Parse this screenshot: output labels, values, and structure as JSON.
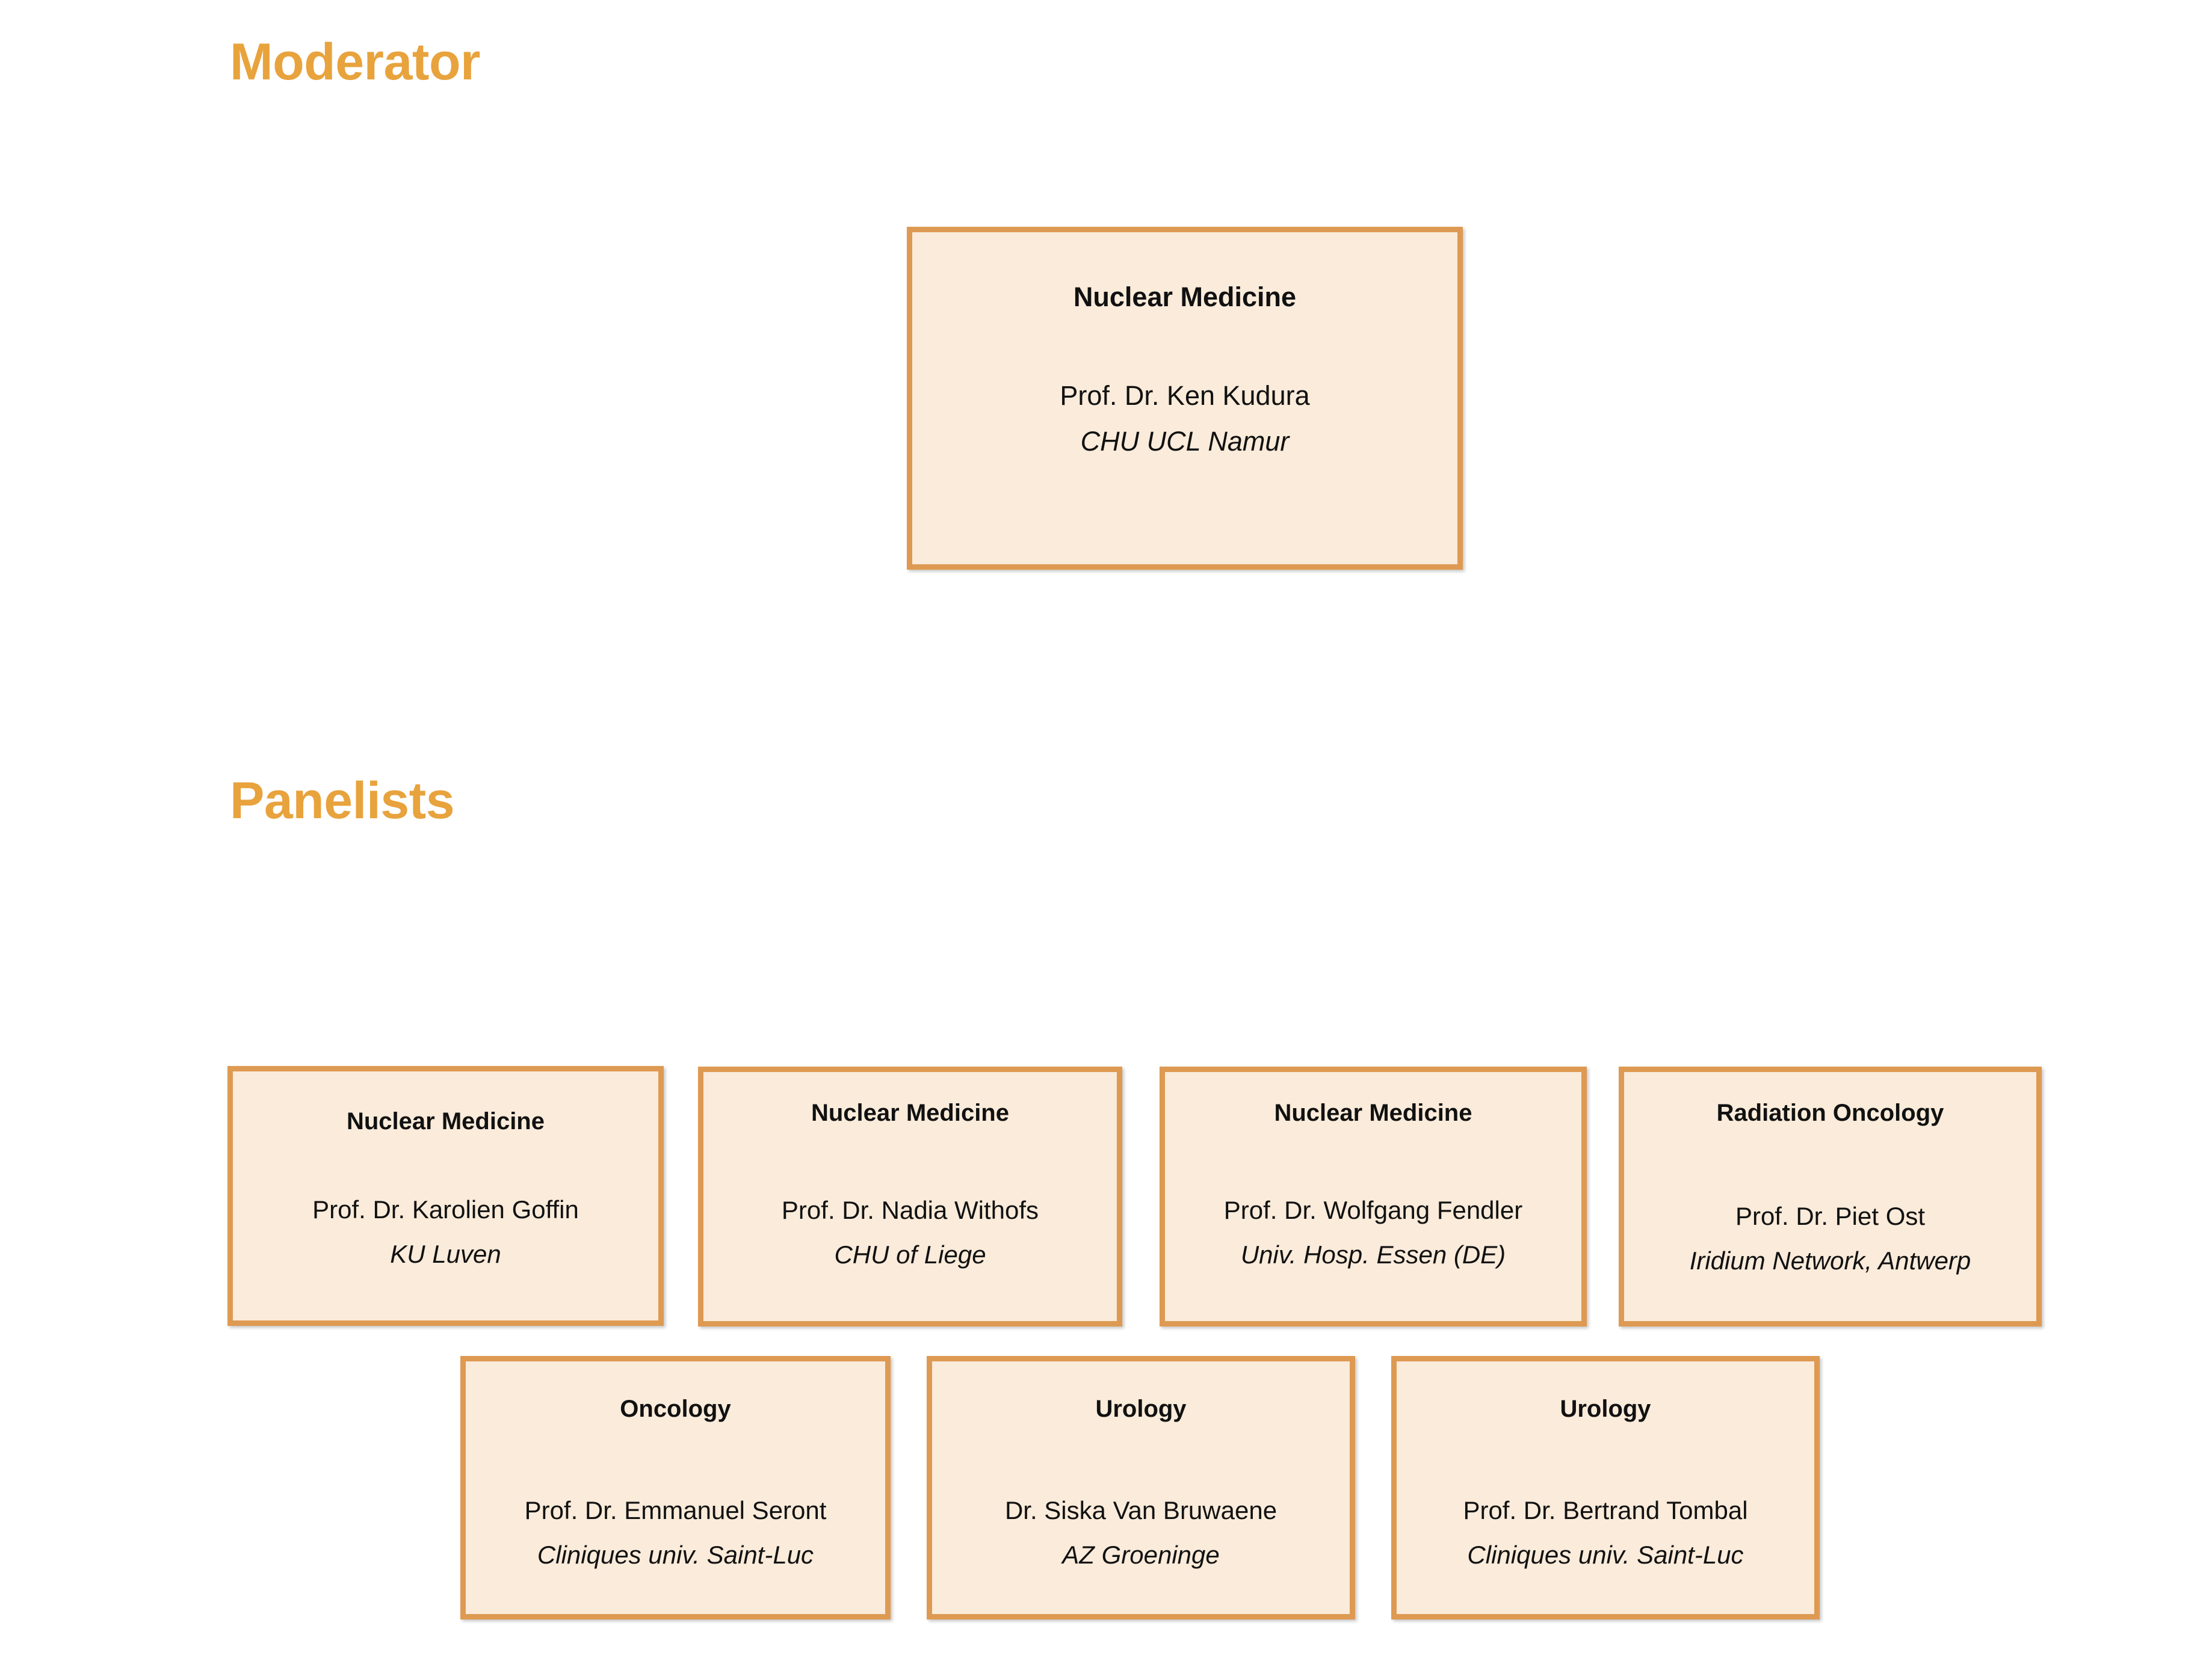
{
  "theme": {
    "heading_color": "#E8A33D",
    "card_fill": "#FAEBDA",
    "card_border": "#DE9A52",
    "text_color": "#111111",
    "page_background": "#FFFFFF"
  },
  "sections": {
    "moderator": {
      "heading": "Moderator",
      "card": {
        "specialty": "Nuclear Medicine",
        "name": "Prof. Dr. Ken Kudura",
        "affiliation": "CHU UCL Namur"
      }
    },
    "panelists": {
      "heading": "Panelists",
      "row1": [
        {
          "specialty": "Nuclear Medicine",
          "name": "Prof. Dr. Karolien Goffin",
          "affiliation": "KU Luven"
        },
        {
          "specialty": "Nuclear Medicine",
          "name": "Prof. Dr. Nadia Withofs",
          "affiliation": "CHU of Liege"
        },
        {
          "specialty": "Nuclear Medicine",
          "name": "Prof. Dr. Wolfgang Fendler",
          "affiliation": "Univ. Hosp. Essen (DE)"
        },
        {
          "specialty": "Radiation Oncology",
          "name": "Prof. Dr. Piet Ost",
          "affiliation": "Iridium Network, Antwerp"
        }
      ],
      "row2": [
        {
          "specialty": "Oncology",
          "name": "Prof. Dr. Emmanuel Seront",
          "affiliation": "Cliniques univ. Saint-Luc"
        },
        {
          "specialty": "Urology",
          "name": "Dr. Siska Van Bruwaene",
          "affiliation": "AZ Groeninge"
        },
        {
          "specialty": "Urology",
          "name": "Prof. Dr. Bertrand Tombal",
          "affiliation": "Cliniques univ. Saint-Luc"
        }
      ]
    }
  }
}
